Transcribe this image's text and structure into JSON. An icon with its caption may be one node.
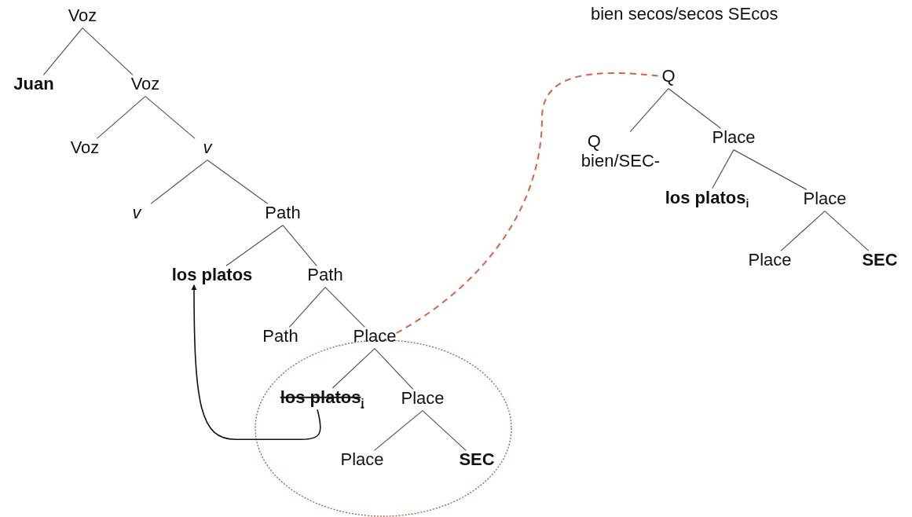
{
  "diagram": {
    "nodes": [
      {
        "text": [
          "Voz"
        ]
      },
      {
        "text": [
          "Juan"
        ]
      },
      {
        "text": [
          "Voz"
        ]
      },
      {
        "text": [
          "Voz"
        ]
      },
      {
        "text": [
          "v"
        ]
      },
      {
        "text": [
          "v"
        ]
      },
      {
        "text": [
          "Path"
        ]
      },
      {
        "text": [
          "los platos"
        ]
      },
      {
        "text": [
          "Path"
        ]
      },
      {
        "text": [
          "Path"
        ]
      },
      {
        "text": [
          "Place"
        ]
      },
      {
        "text": [
          "los platos$_{i}$"
        ]
      },
      {
        "text": [
          "Place"
        ]
      },
      {
        "text": [
          "Place"
        ]
      },
      {
        "text": [
          "SEC"
        ]
      },
      {
        "text": [
          "Q"
        ]
      },
      {
        "text": [
          "Q",
          "bien/SEC-"
        ]
      },
      {
        "text": [
          "Place"
        ]
      },
      {
        "text": [
          "los platos$_{i}$"
        ]
      },
      {
        "text": [
          "Place"
        ]
      },
      {
        "text": [
          "Place"
        ]
      },
      {
        "text": [
          "SEC"
        ]
      }
    ],
    "edges": [
      {
        "from": 0,
        "to": 1,
        "arrow": "none"
      },
      {
        "from": 0,
        "to": 2,
        "arrow": "none"
      },
      {
        "from": 2,
        "to": 3,
        "arrow": "none"
      },
      {
        "from": 2,
        "to": 4,
        "arrow": "none"
      },
      {
        "from": 4,
        "to": 5,
        "arrow": "none"
      },
      {
        "from": 4,
        "to": 6,
        "arrow": "none"
      },
      {
        "from": 6,
        "to": 7,
        "arrow": "none"
      },
      {
        "from": 6,
        "to": 8,
        "arrow": "none"
      },
      {
        "from": 8,
        "to": 9,
        "arrow": "none"
      },
      {
        "from": 8,
        "to": 10,
        "arrow": "none"
      },
      {
        "from": 10,
        "to": 11,
        "arrow": "none"
      },
      {
        "from": 10,
        "to": 12,
        "arrow": "none"
      },
      {
        "from": 12,
        "to": 13,
        "arrow": "none"
      },
      {
        "from": 12,
        "to": 14,
        "arrow": "none"
      },
      {
        "from": 15,
        "to": 16,
        "arrow": "none"
      },
      {
        "from": 15,
        "to": 17,
        "arrow": "none"
      },
      {
        "from": 17,
        "to": 18,
        "arrow": "none"
      },
      {
        "from": 17,
        "to": 19,
        "arrow": "none"
      },
      {
        "from": 19,
        "to": 20,
        "arrow": "none"
      },
      {
        "from": 19,
        "to": 21,
        "arrow": "none"
      },
      {
        "from": 11,
        "to": 7,
        "arrow": "to"
      },
      {
        "from": 10,
        "to": 15,
        "arrow": "none",
        "style": "dashed",
        "color": "#e0603c"
      }
    ],
    "labels": [
      "bien secos/secos SEcos"
    ]
  }
}
